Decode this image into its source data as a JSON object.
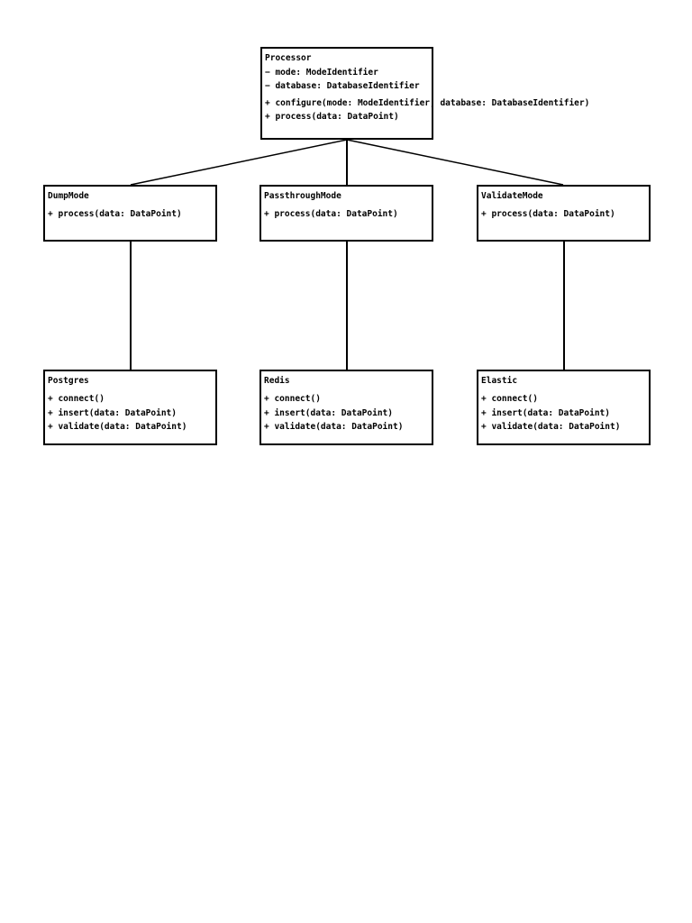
{
  "diagram": {
    "processor": {
      "name": "Processor",
      "attributes": [
        "− mode: ModeIdentifier",
        "− database: DatabaseIdentifier"
      ],
      "operations": [
        "+ configure(mode: ModeIdentifier, database: DatabaseIdentifier)",
        "+ process(data: DataPoint)"
      ]
    },
    "modes": [
      {
        "name": "DumpMode",
        "operations": [
          "+ process(data: DataPoint)"
        ]
      },
      {
        "name": "PassthroughMode",
        "operations": [
          "+ process(data: DataPoint)"
        ]
      },
      {
        "name": "ValidateMode",
        "operations": [
          "+ process(data: DataPoint)"
        ]
      }
    ],
    "databases": [
      {
        "name": "Postgres",
        "operations": [
          "+ connect()",
          "+ insert(data: DataPoint)",
          "+ validate(data: DataPoint)"
        ]
      },
      {
        "name": "Redis",
        "operations": [
          "+ connect()",
          "+ insert(data: DataPoint)",
          "+ validate(data: DataPoint)"
        ]
      },
      {
        "name": "Elastic",
        "operations": [
          "+ connect()",
          "+ insert(data: DataPoint)",
          "+ validate(data: DataPoint)"
        ]
      }
    ],
    "connectors": [
      {
        "from": "Processor",
        "to": "DumpMode"
      },
      {
        "from": "Processor",
        "to": "PassthroughMode"
      },
      {
        "from": "Processor",
        "to": "ValidateMode"
      },
      {
        "from": "DumpMode",
        "to": "Postgres"
      },
      {
        "from": "PassthroughMode",
        "to": "Redis"
      },
      {
        "from": "ValidateMode",
        "to": "Elastic"
      }
    ]
  }
}
